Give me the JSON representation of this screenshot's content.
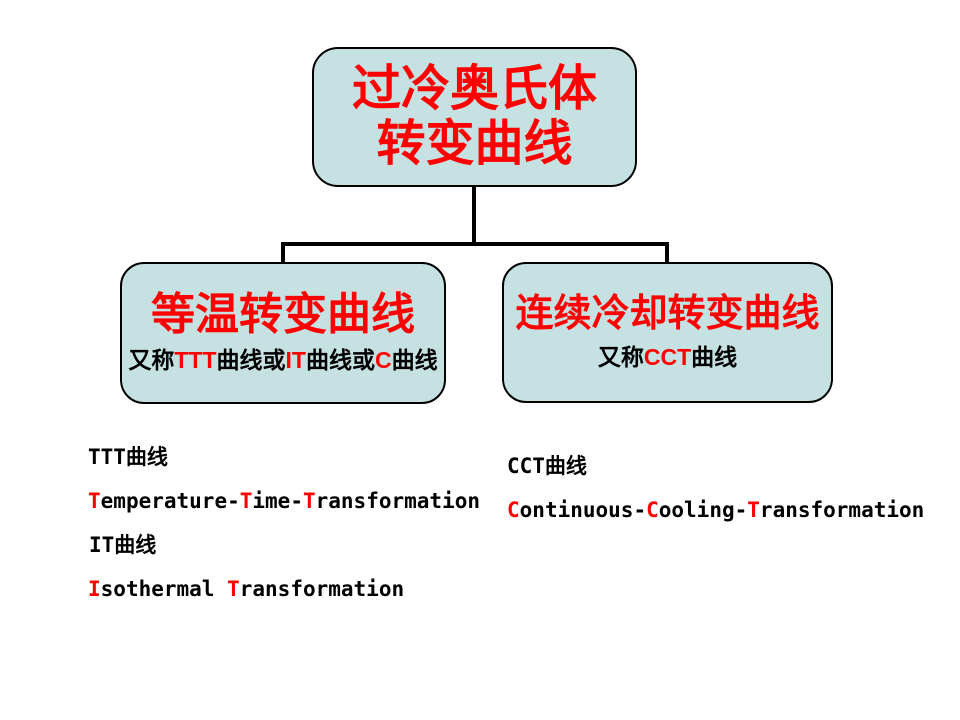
{
  "colors": {
    "background": "#ffffff",
    "box_fill": "#c5e1e1",
    "box_border": "#000000",
    "connector": "#000000",
    "accent_red": "#ff0000",
    "text_black": "#000000"
  },
  "root_box": {
    "line1": "过冷奥氏体",
    "line2": "转变曲线"
  },
  "left_box": {
    "title": "等温转变曲线",
    "subtitle_segments": [
      {
        "t": "又称",
        "c": "#000000"
      },
      {
        "t": "TTT",
        "c": "#ff0000"
      },
      {
        "t": "曲线或",
        "c": "#000000"
      },
      {
        "t": "IT",
        "c": "#ff0000"
      },
      {
        "t": "曲线或",
        "c": "#000000"
      },
      {
        "t": "C",
        "c": "#ff0000"
      },
      {
        "t": "曲线",
        "c": "#000000"
      }
    ]
  },
  "right_box": {
    "title": "连续冷却转变曲线",
    "subtitle_segments": [
      {
        "t": "又称",
        "c": "#000000"
      },
      {
        "t": "CCT",
        "c": "#ff0000"
      },
      {
        "t": "曲线",
        "c": "#000000"
      }
    ]
  },
  "left_notes": {
    "ttt_label": "TTT曲线",
    "ttt_expansion_segments": [
      {
        "t": "T",
        "c": "#ff0000"
      },
      {
        "t": "emperature-",
        "c": "#000000"
      },
      {
        "t": "T",
        "c": "#ff0000"
      },
      {
        "t": "ime-",
        "c": "#000000"
      },
      {
        "t": "T",
        "c": "#ff0000"
      },
      {
        "t": "ransformation",
        "c": "#000000"
      }
    ],
    "it_label": "IT曲线",
    "it_expansion_segments": [
      {
        "t": "I",
        "c": "#ff0000"
      },
      {
        "t": "sothermal ",
        "c": "#000000"
      },
      {
        "t": "T",
        "c": "#ff0000"
      },
      {
        "t": "ransformation",
        "c": "#000000"
      }
    ]
  },
  "right_notes": {
    "cct_label": "CCT曲线",
    "cct_expansion_segments": [
      {
        "t": "C",
        "c": "#ff0000"
      },
      {
        "t": "ontinuous-",
        "c": "#000000"
      },
      {
        "t": "C",
        "c": "#ff0000"
      },
      {
        "t": "ooling-",
        "c": "#000000"
      },
      {
        "t": "T",
        "c": "#ff0000"
      },
      {
        "t": "ransformation",
        "c": "#000000"
      }
    ]
  }
}
